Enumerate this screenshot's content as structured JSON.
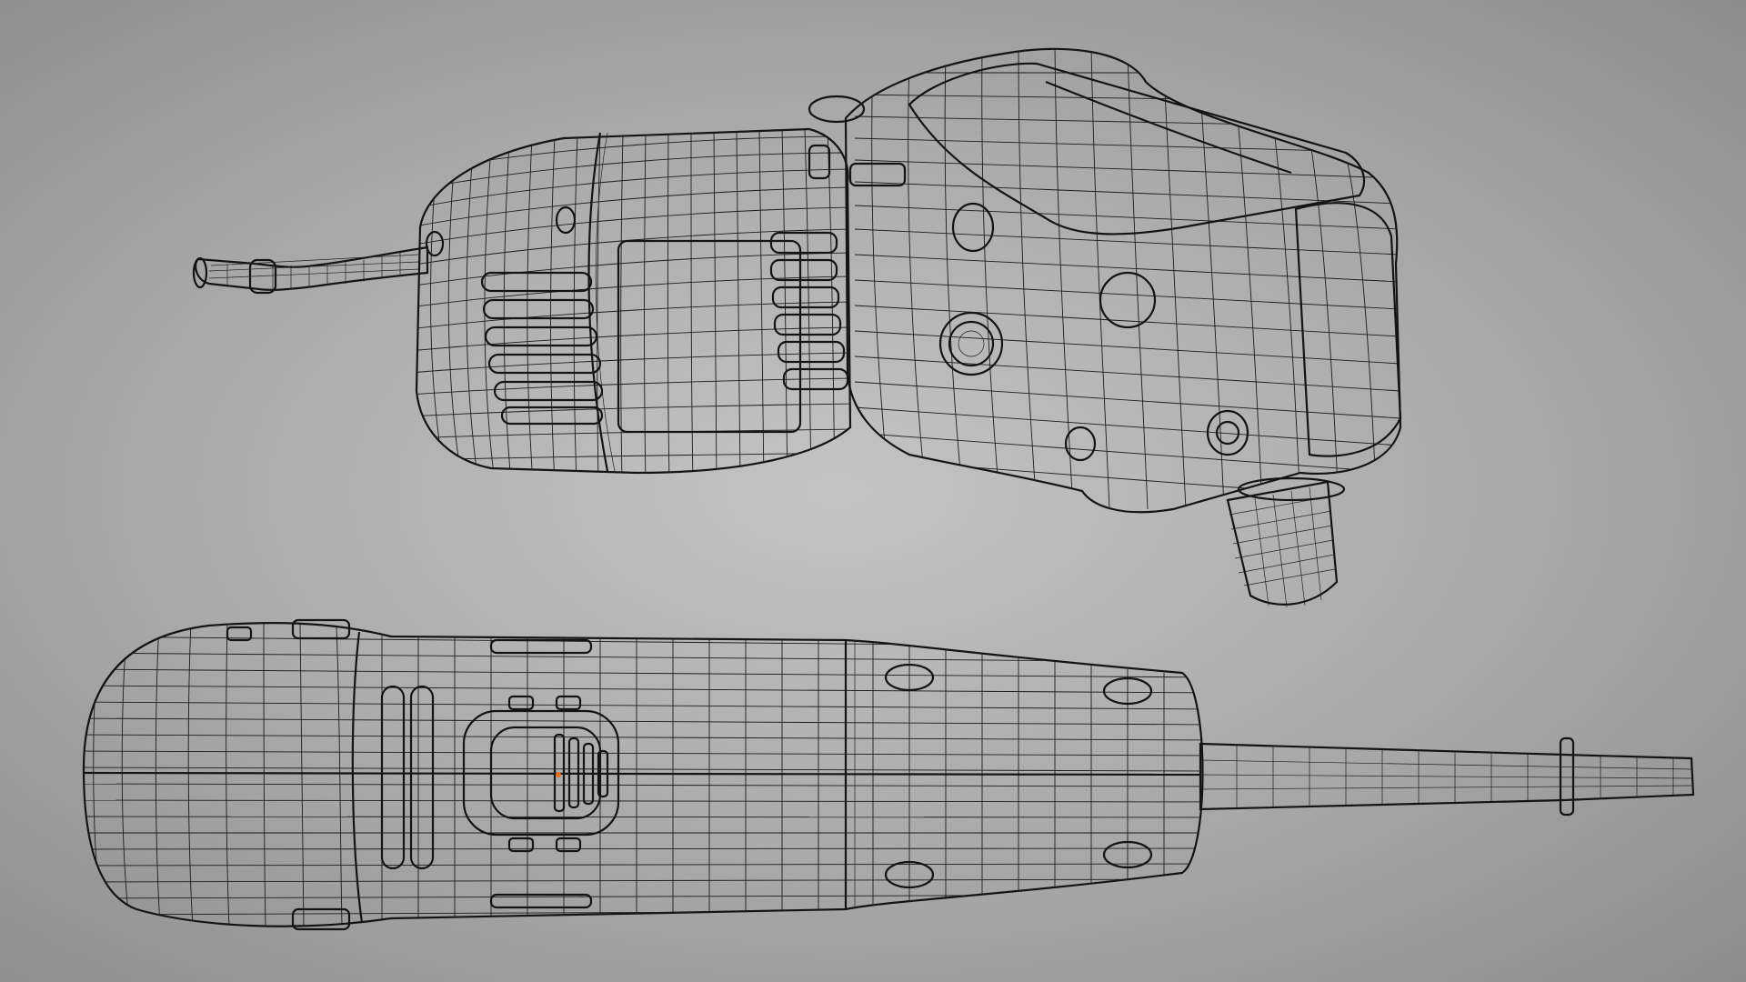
{
  "viewport": {
    "background_center": "#c4c4c4",
    "background_edge": "#8c8c8c",
    "mesh_stroke": "#1c1c1c",
    "surface_light": "#ececec",
    "surface_shadow": "#9a9a9a"
  },
  "models": [
    {
      "name": "angle-grinder-perspective-wireframe",
      "view": "perspective"
    },
    {
      "name": "angle-grinder-top-wireframe",
      "view": "top"
    }
  ]
}
